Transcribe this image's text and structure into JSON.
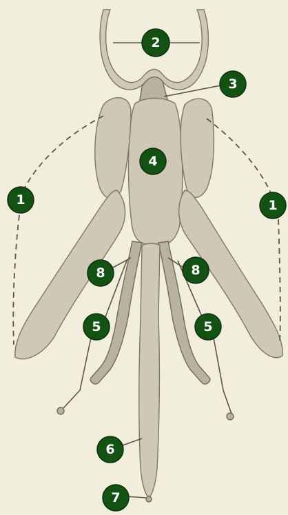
{
  "callouts": [
    {
      "id": "c1-left",
      "label": "1"
    },
    {
      "id": "c1-right",
      "label": "1"
    },
    {
      "id": "c2",
      "label": "2"
    },
    {
      "id": "c3",
      "label": "3"
    },
    {
      "id": "c4",
      "label": "4"
    },
    {
      "id": "c5-left",
      "label": "5"
    },
    {
      "id": "c5-right",
      "label": "5"
    },
    {
      "id": "c6",
      "label": "6"
    },
    {
      "id": "c7",
      "label": "7"
    },
    {
      "id": "c8-left",
      "label": "8"
    },
    {
      "id": "c8-right",
      "label": "8"
    }
  ],
  "colors": {
    "background": "#f2eedd",
    "callout_fill": "#145214",
    "callout_text": "#ffffff",
    "organ": "#cfc8b6"
  }
}
